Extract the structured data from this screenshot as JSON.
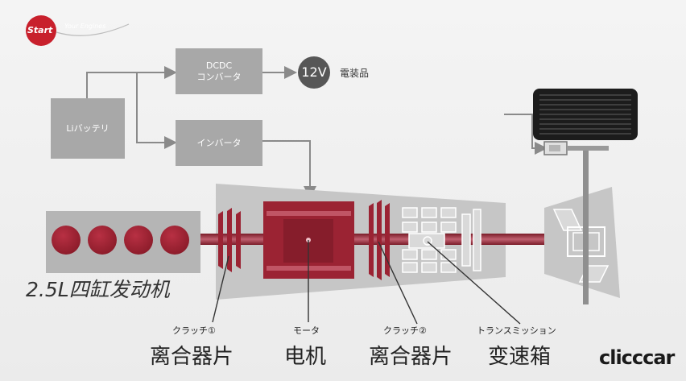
{
  "logo": {
    "mark": "Start",
    "script": "Your Engines"
  },
  "blocks": {
    "dcdc": {
      "line1": "DCDC",
      "line2": "コンバータ"
    },
    "battery": "Liバッテリ",
    "inverter": "インバータ",
    "voltage": "12V",
    "electrical": "電装品"
  },
  "engine_label": "2.5L四缸发动机",
  "captions": [
    {
      "jp": "クラッチ①",
      "cn": "离合器片"
    },
    {
      "jp": "モータ",
      "cn": "电机"
    },
    {
      "jp": "クラッチ②",
      "cn": "离合器片"
    },
    {
      "jp": "トランスミッション",
      "cn": "变速箱"
    }
  ],
  "watermark": "clicccar",
  "colors": {
    "accent": "#9b2333",
    "block": "#a8a8a8",
    "housing": "#c6c6c6"
  }
}
